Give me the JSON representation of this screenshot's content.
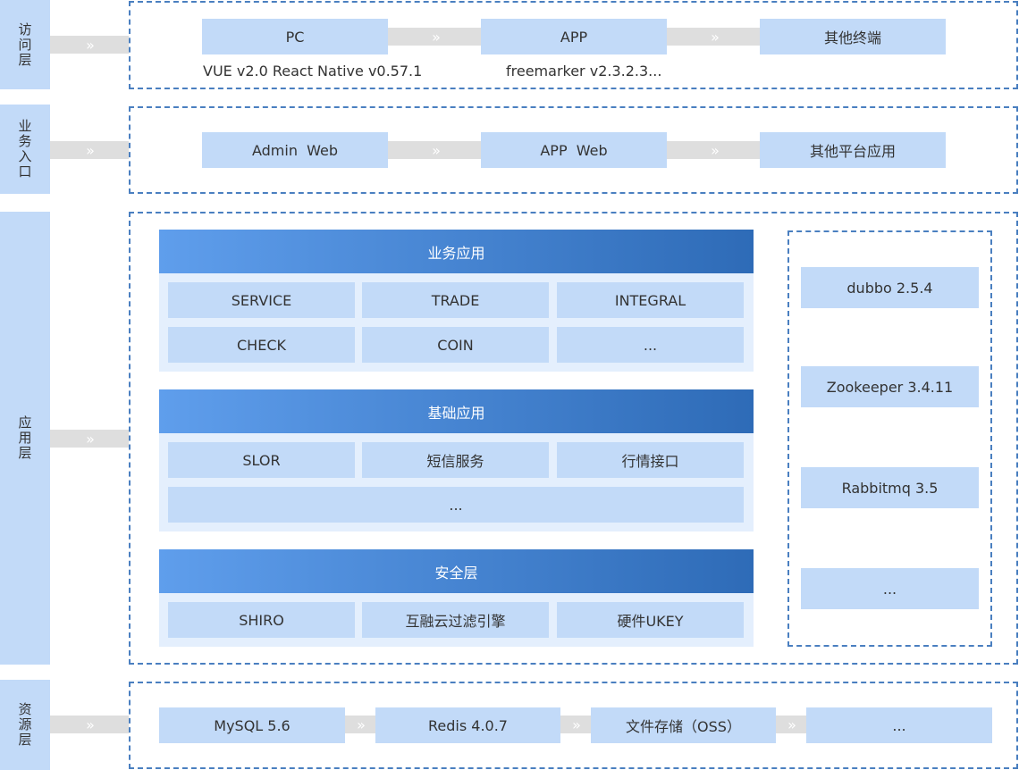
{
  "layers": {
    "access": {
      "label": [
        "访",
        "问",
        "层"
      ]
    },
    "entry": {
      "label": [
        "业",
        "务",
        "入",
        "口"
      ]
    },
    "app": {
      "label": [
        "应",
        "用",
        "层"
      ]
    },
    "resource": {
      "label": [
        "资",
        "源",
        "层"
      ]
    }
  },
  "arrow_glyph": "»",
  "access": {
    "pc": "PC",
    "app": "APP",
    "other": "其他终端",
    "note_left": "VUE v2.0 React Native v0.57.1",
    "note_right": "freemarker v2.3.2.3..."
  },
  "entry": {
    "admin_web": "Admin  Web",
    "app_web": "APP  Web",
    "other": "其他平台应用"
  },
  "business": {
    "title": "业务应用",
    "items": [
      "SERVICE",
      "TRADE",
      "INTEGRAL",
      "CHECK",
      "COIN",
      "..."
    ]
  },
  "base": {
    "title": "基础应用",
    "items": [
      "SLOR",
      "短信服务",
      "行情接口",
      "..."
    ]
  },
  "security": {
    "title": "安全层",
    "items": [
      "SHIRO",
      "互融云过滤引擎",
      "硬件UKEY"
    ]
  },
  "middleware": {
    "items": [
      "dubbo 2.5.4",
      "Zookeeper 3.4.11",
      "Rabbitmq 3.5",
      "..."
    ]
  },
  "resource": {
    "items": [
      "MySQL 5.6",
      "Redis 4.0.7",
      "文件存储（OSS）",
      "..."
    ]
  }
}
